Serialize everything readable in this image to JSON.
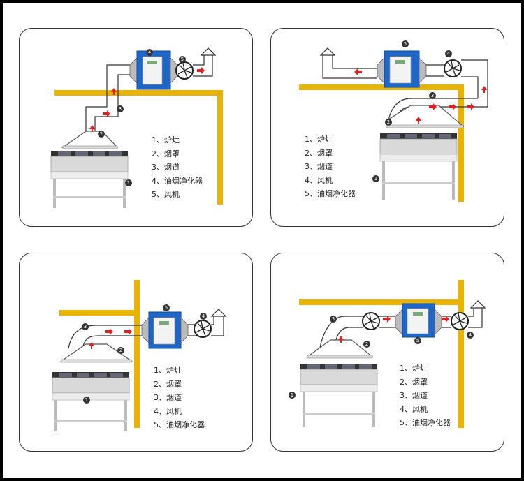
{
  "colors": {
    "wall": "#E8B400",
    "duct_stroke": "#333333",
    "arrow": "#E02020",
    "purifier": "#1E66C8",
    "badge": "#333333"
  },
  "icons": [
    "fan-icon",
    "purifier-unit-icon",
    "stove-icon",
    "exhaust-arrow-icon",
    "flow-arrow-icon"
  ],
  "panels": [
    {
      "legend": [
        "1、炉灶",
        "2、烟罩",
        "3、烟道",
        "4、油烟净化器",
        "5、风机"
      ],
      "badges": [
        "1",
        "2",
        "3",
        "4",
        "5"
      ]
    },
    {
      "legend": [
        "1、炉灶",
        "2、烟罩",
        "3、烟道",
        "4、风机",
        "5、油烟净化器"
      ],
      "badges": [
        "1",
        "2",
        "3",
        "4",
        "5"
      ]
    },
    {
      "legend": [
        "1、炉灶",
        "2、烟罩",
        "3、烟道",
        "4、风机",
        "5、油烟净化器"
      ],
      "badges": [
        "1",
        "2",
        "3",
        "4",
        "5"
      ]
    },
    {
      "legend": [
        "1、炉灶",
        "2、烟罩",
        "3、烟道",
        "4、风机",
        "5、油烟净化器"
      ],
      "badges": [
        "1",
        "2",
        "3",
        "4",
        "5"
      ]
    }
  ]
}
